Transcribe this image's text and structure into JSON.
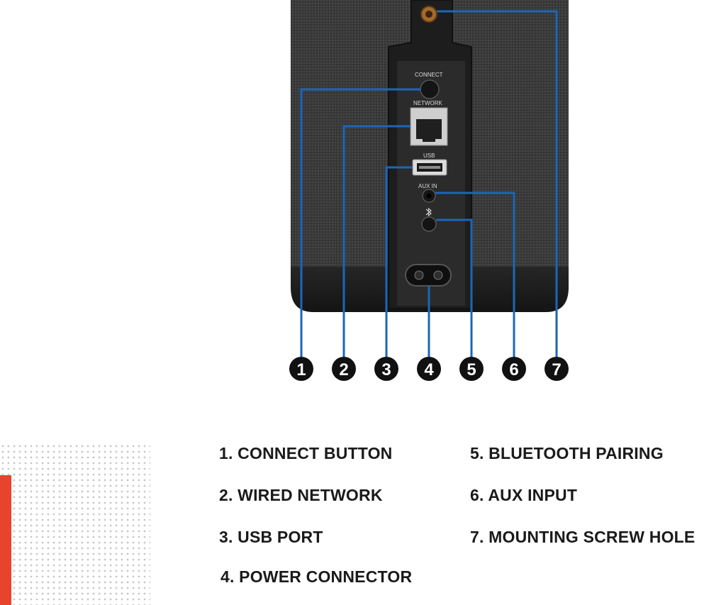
{
  "panel_labels": {
    "connect": "CONNECT",
    "network": "NETWORK",
    "usb": "USB",
    "aux_in": "AUX IN"
  },
  "callouts": [
    "1",
    "2",
    "3",
    "4",
    "5",
    "6",
    "7"
  ],
  "legend": {
    "items": [
      "1. CONNECT BUTTON",
      "2. WIRED NETWORK",
      "3. USB PORT",
      "4. POWER CONNECTOR",
      "5. BLUETOOTH PAIRING",
      "6. AUX INPUT",
      "7. MOUNTING SCREW HOLE"
    ]
  },
  "colors": {
    "leader_line": "#1c66b8",
    "accent": "#e8432d",
    "speaker_fabric": "#3c3c3c",
    "panel": "#2a2a2a"
  },
  "icons": [
    "bluetooth-icon"
  ]
}
